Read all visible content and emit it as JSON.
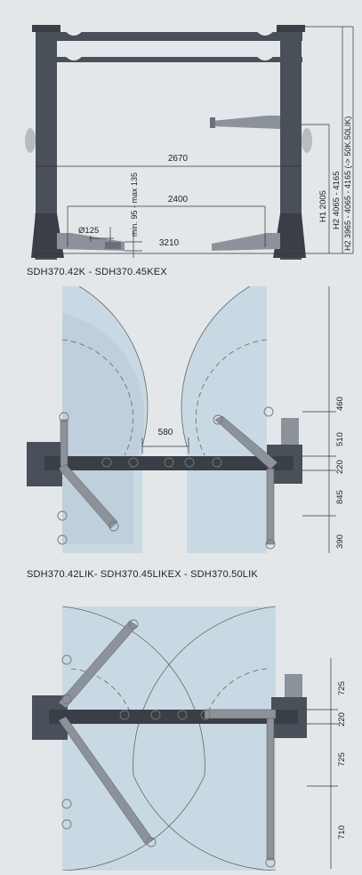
{
  "colors": {
    "background": "#e4e7ea",
    "column": "#4a505a",
    "arm": "#8c929a",
    "sweep": "#c9d9e4",
    "line": "#333333"
  },
  "front_view": {
    "dim_width_outer": "2670",
    "dim_width_inner": "2400",
    "dim_base": "3210",
    "dim_pad_diameter": "Ø125",
    "dim_pad_height": "min. 95 - max 135",
    "dim_h1": "H1 2005",
    "dim_h2_std": "H2 4065 - 4165",
    "dim_h2_alt": "H2 3965 - 4065 - 4165 (-> 50K.50LIK)"
  },
  "plan_1": {
    "caption": "SDH370.42K - SDH370.45KEX",
    "dim_gap": "580",
    "dim_top": "460",
    "dim_mid": "510",
    "dim_beam": "220",
    "dim_lower": "845",
    "dim_bottom": "390"
  },
  "plan_2": {
    "caption": "SDH370.42LIK- SDH370.45LIKEX - SDH370.50LIK",
    "dim_top": "725",
    "dim_beam": "220",
    "dim_lower": "725",
    "dim_bottom": "710"
  }
}
